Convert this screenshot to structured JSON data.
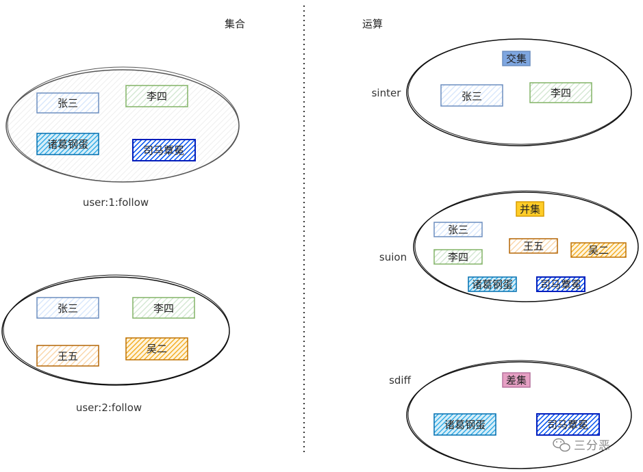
{
  "headings": {
    "left": "集合",
    "right": "运算"
  },
  "sets": {
    "user1": {
      "label": "user:1:follow",
      "items": [
        "张三",
        "李四",
        "诸葛钢蛋",
        "司马覃冕"
      ]
    },
    "user2": {
      "label": "user:2:follow",
      "items": [
        "张三",
        "李四",
        "王五",
        "吴二"
      ]
    }
  },
  "operations": {
    "sinter": {
      "command": "sinter",
      "title": "交集",
      "items": [
        "张三",
        "李四"
      ]
    },
    "suion": {
      "command": "suion",
      "title": "并集",
      "items": [
        "张三",
        "王五",
        "吴二",
        "李四",
        "诸葛钢蛋",
        "司马覃冕"
      ]
    },
    "sdiff": {
      "command": "sdiff",
      "title": "差集",
      "items": [
        "诸葛钢蛋",
        "司马覃冕"
      ]
    }
  },
  "watermark": {
    "text": "三分恶",
    "icon": "wechat-icon"
  },
  "colors": {
    "zhangsan_fill": "#dae8fc",
    "zhangsan_stroke": "#6c8ebf",
    "lisi_fill": "#d5e8d4",
    "lisi_stroke": "#82b366",
    "zhuge_fill": "#1ba1e2",
    "zhuge_stroke": "#006eaf",
    "sima_fill": "#0050ef",
    "sima_stroke": "#001dbc",
    "wangwu_fill": "#fad7ac",
    "wangwu_stroke": "#b46504",
    "wuer_fill": "#f0a30a",
    "wuer_stroke": "#bd7000",
    "jiaoji_fill": "#7ea6e0",
    "jiaoji_stroke": "#6c8ebf",
    "bingji_fill": "#ffcd28",
    "bingji_stroke": "#d79b00",
    "chaji_fill": "#e6a0c4",
    "chaji_stroke": "#b5739d"
  }
}
